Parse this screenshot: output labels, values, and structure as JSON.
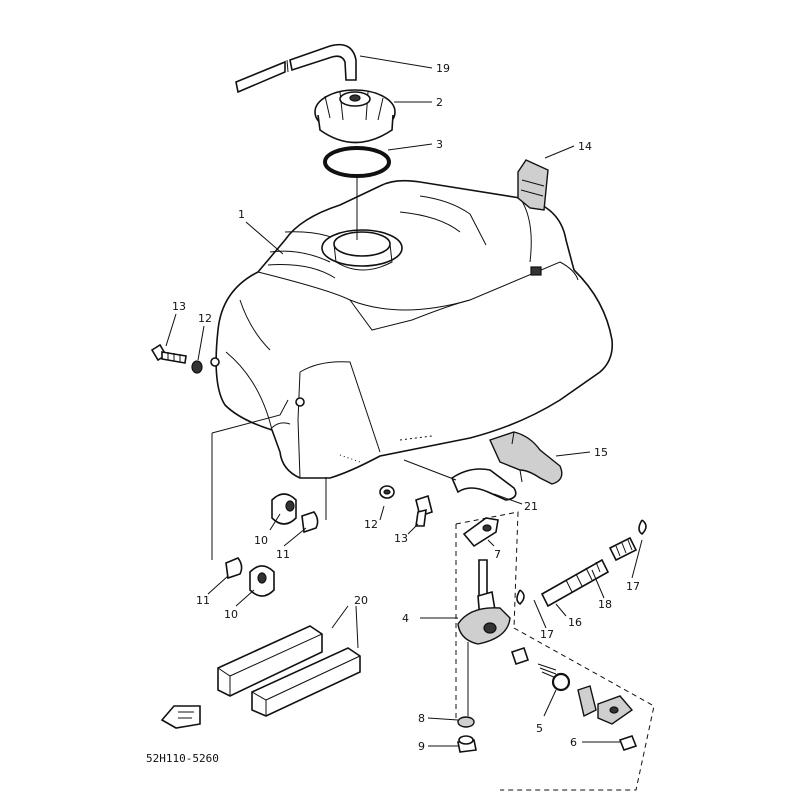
{
  "diagram": {
    "code": "52H110-5260",
    "labels": {
      "p1": "1",
      "p2": "2",
      "p3": "3",
      "p4": "4",
      "p5": "5",
      "p6": "6",
      "p7": "7",
      "p8": "8",
      "p9": "9",
      "p10a": "10",
      "p10b": "10",
      "p11a": "11",
      "p11b": "11",
      "p12a": "12",
      "p12b": "12",
      "p13a": "13",
      "p13b": "13",
      "p14": "14",
      "p15": "15",
      "p16": "16",
      "p17a": "17",
      "p17b": "17",
      "p18": "18",
      "p19": "19",
      "p20": "20",
      "p21": "21"
    }
  }
}
